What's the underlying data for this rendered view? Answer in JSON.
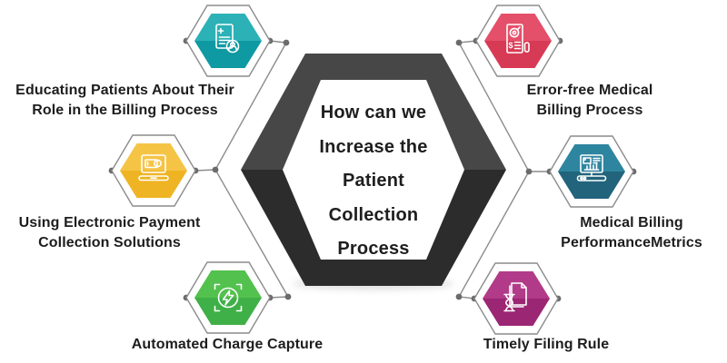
{
  "center": {
    "question": "How can we\nIncrease the\nPatient\nCollection\nProcess"
  },
  "items": [
    {
      "id": "educating-patients",
      "label": "Educating Patients  About Their\nRole in the Billing Process",
      "icon": "patient-record-icon",
      "color_top": "#2cb1b6",
      "color_bottom": "#0f99a2"
    },
    {
      "id": "electronic-payment",
      "label": "Using Electronic Payment\nCollection Solutions",
      "icon": "electronic-payment-icon",
      "color_top": "#f6c445",
      "color_bottom": "#efb424"
    },
    {
      "id": "automated-charge-capture",
      "label": "Automated Charge Capture",
      "icon": "charge-capture-icon",
      "color_top": "#53c14e",
      "color_bottom": "#3fb047"
    },
    {
      "id": "error-free-billing",
      "label": "Error-free Medical\nBilling Process",
      "icon": "billing-document-icon",
      "color_top": "#e44f69",
      "color_bottom": "#d73a54"
    },
    {
      "id": "billing-performance-metrics",
      "label": "Medical Billing\nPerformanceMetrics",
      "icon": "performance-metrics-icon",
      "color_top": "#2e85a0",
      "color_bottom": "#21647b"
    },
    {
      "id": "timely-filing-rule",
      "label": "Timely Filing Rule",
      "icon": "timely-filing-icon",
      "color_top": "#b23b89",
      "color_bottom": "#9b2673"
    }
  ],
  "styles": {
    "center_hexagon_top": "#474747",
    "center_hexagon_bottom": "#2c2c2c",
    "connector_line": "#8c8c8c",
    "connector_dot": "#6b6b6b",
    "text_color": "#1d1d1d",
    "background": "#ffffff"
  }
}
